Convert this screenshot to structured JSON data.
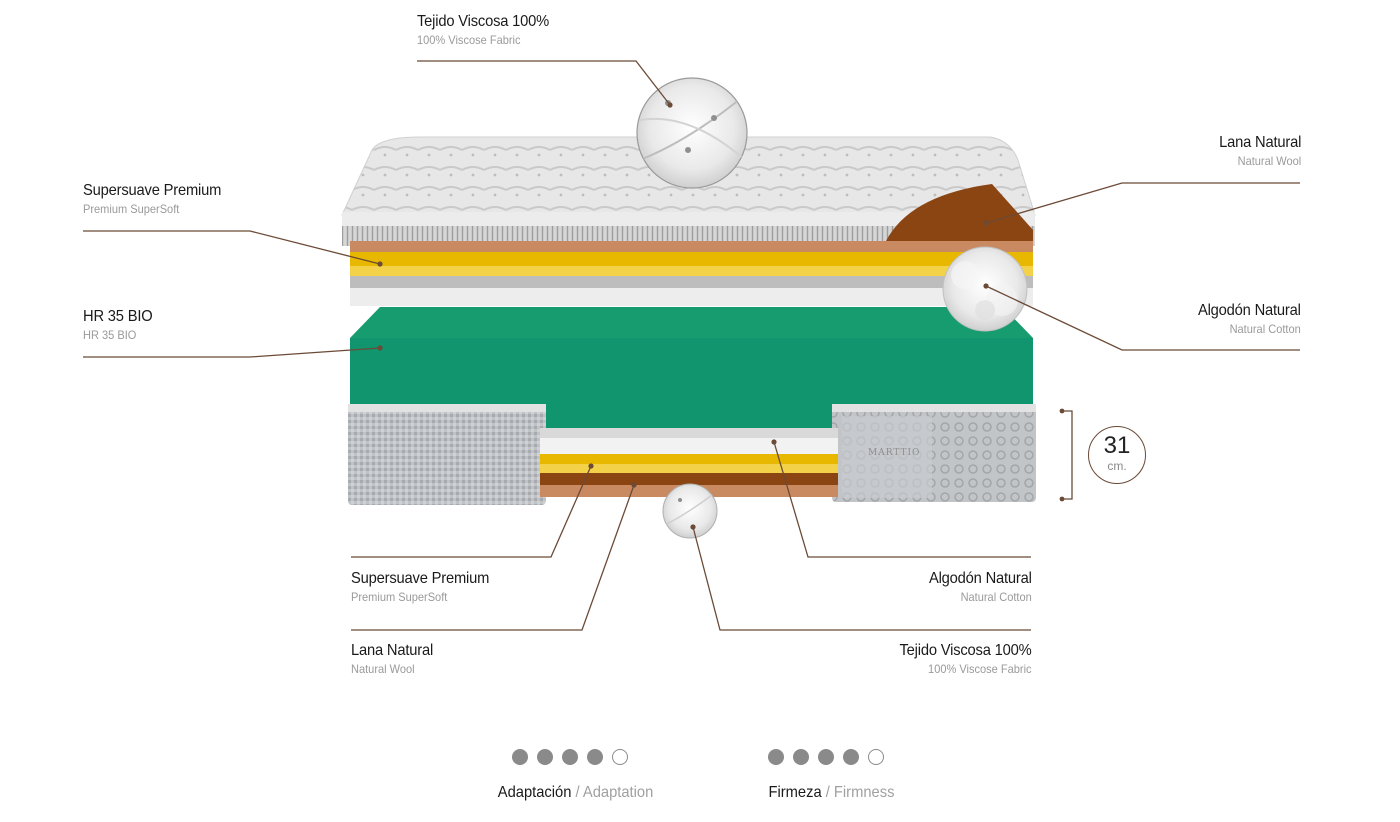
{
  "labels": {
    "top_viscose": {
      "es": "Tejido Viscosa 100%",
      "en": "100% Viscose Fabric"
    },
    "left_supersoft": {
      "es": "Supersuave Premium",
      "en": "Premium SuperSoft"
    },
    "left_hr": {
      "es": "HR 35 BIO",
      "en": "HR 35 BIO"
    },
    "right_wool": {
      "es": "Lana Natural",
      "en": "Natural Wool"
    },
    "right_cotton": {
      "es": "Algodón Natural",
      "en": "Natural Cotton"
    },
    "bottom_supersoft": {
      "es": "Supersuave Premium",
      "en": "Premium SuperSoft"
    },
    "bottom_wool": {
      "es": "Lana Natural",
      "en": "Natural Wool"
    },
    "bottom_cotton": {
      "es": "Algodón Natural",
      "en": "Natural Cotton"
    },
    "bottom_viscose": {
      "es": "Tejido Viscosa 100%",
      "en": "100% Viscose Fabric"
    }
  },
  "height": {
    "value": "31",
    "unit": "cm."
  },
  "ratings": {
    "adaptation": {
      "es": "Adaptación",
      "separator": " / ",
      "en": "Adaptation",
      "level": 4,
      "max": 5
    },
    "firmness": {
      "es": "Firmeza",
      "separator": " / ",
      "en": "Firmness",
      "level": 4,
      "max": 5
    }
  },
  "brand_mark": "MARTTIO",
  "colors": {
    "leader": "#6b4a36",
    "wool": "#8b4513",
    "wool_light": "#c98a62",
    "yellow": "#e8b800",
    "yellow_light": "#f3d24a",
    "grey_layer": "#bdbdbd",
    "white_layer": "#ededed",
    "foam": "#10956f",
    "foam_top": "#169c6e",
    "fabric": "#e4e4e4",
    "quilting": "#b5b5b5"
  }
}
